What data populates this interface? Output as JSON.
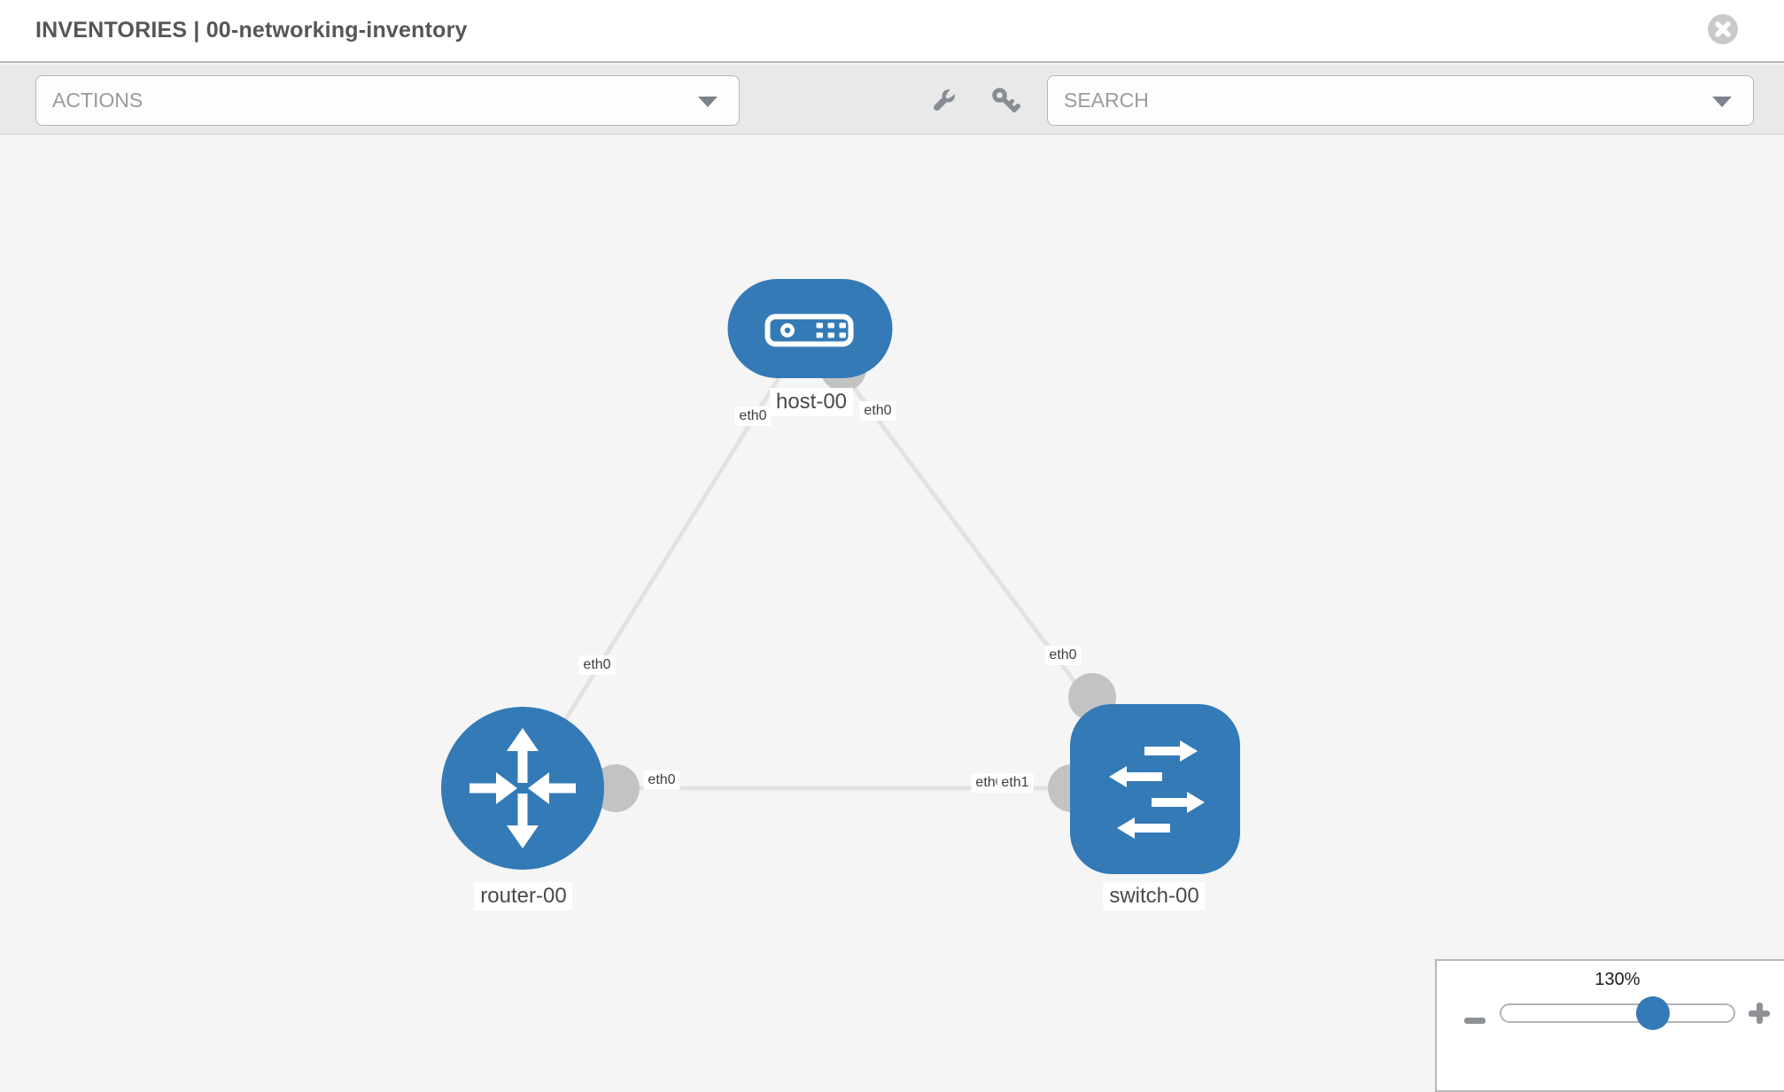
{
  "header": {
    "title": "INVENTORIES | 00-networking-inventory"
  },
  "toolbar": {
    "actions": {
      "label": "ACTIONS"
    },
    "search": {
      "label": "SEARCH"
    }
  },
  "icons": {
    "close": "close-icon",
    "actions_caret": "chevron-down-icon",
    "search_caret": "chevron-down-icon",
    "wrench": "wrench-icon",
    "key": "key-icon",
    "host": "host-icon",
    "router": "router-icon",
    "switch": "switch-icon",
    "zoom_minus": "minus-icon",
    "zoom_plus": "plus-icon"
  },
  "colors": {
    "node_blue": "#337ab7",
    "connector_gray": "#c3c3c3",
    "link_gray": "#e2e2e2"
  },
  "topology": {
    "nodes": [
      {
        "label": "host-00",
        "type": "host",
        "icon": "host-icon"
      },
      {
        "label": "router-00",
        "type": "router",
        "icon": "router-icon"
      },
      {
        "label": "switch-00",
        "type": "switch",
        "icon": "switch-icon"
      }
    ],
    "links": [
      {
        "from": "host-00",
        "from_interface": "eth0",
        "to": "router-00",
        "to_interface": "eth0"
      },
      {
        "from": "host-00",
        "from_interface": "eth0",
        "to": "switch-00",
        "to_interface": "eth0"
      },
      {
        "from": "router-00",
        "from_interface": "eth0",
        "to": "switch-00",
        "to_interface": "eth1"
      }
    ],
    "interface_labels": [
      {
        "text": "eth0"
      },
      {
        "text": "eth0"
      },
      {
        "text": "eth0"
      },
      {
        "text": "eth0"
      },
      {
        "text": "eth0"
      },
      {
        "text": "eth0"
      },
      {
        "text": "eth1"
      }
    ]
  },
  "zoom_control": {
    "level": "130%"
  }
}
